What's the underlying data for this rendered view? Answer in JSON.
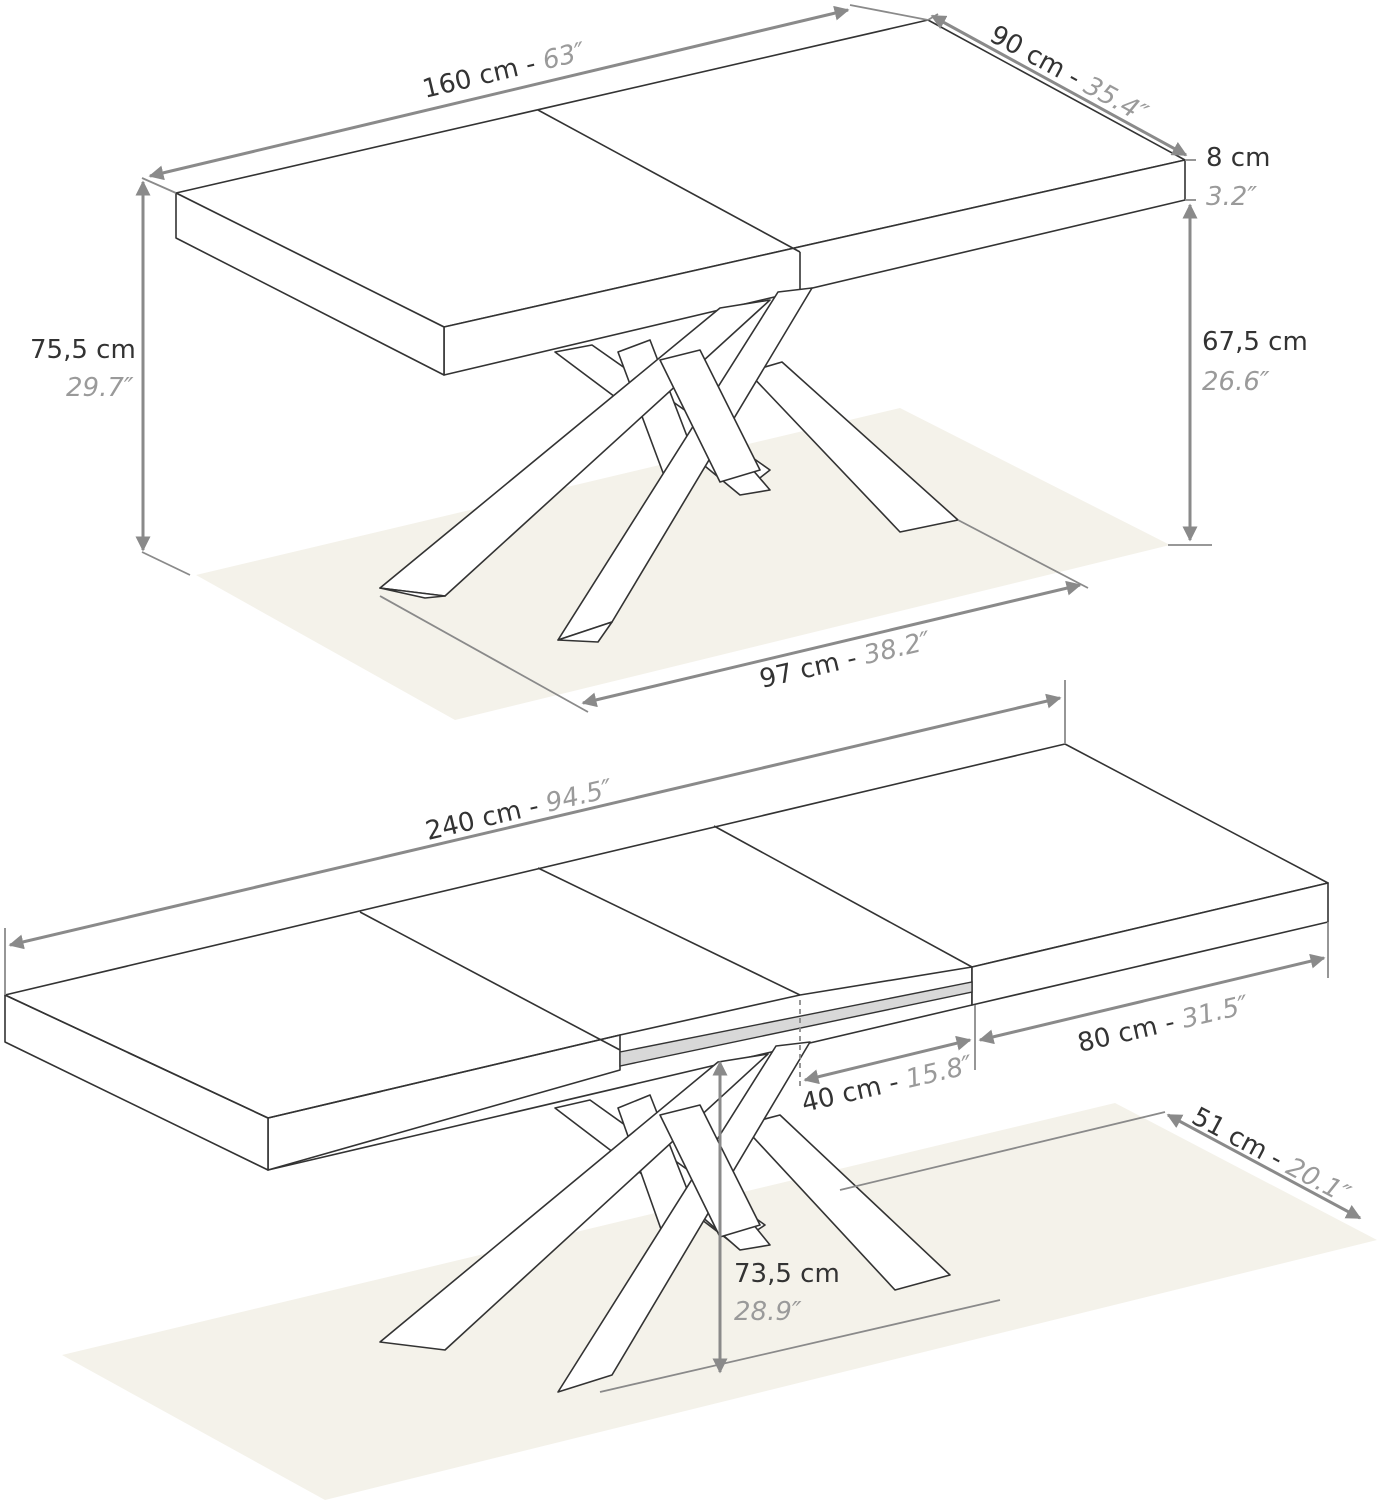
{
  "diagram": {
    "colors": {
      "line": "#333333",
      "dimension": "#8a8a8a",
      "floor": "#f4f2ea",
      "metric_text": "#333333",
      "imperial_text": "#9a9a9a"
    },
    "closed_table": {
      "length": {
        "metric": "160 cm",
        "sep": " - ",
        "imperial": "63″"
      },
      "depth": {
        "metric": "90 cm",
        "sep": " - ",
        "imperial": "35.4″"
      },
      "top_thickness": {
        "metric": "8 cm",
        "imperial": "3.2″"
      },
      "overall_height": {
        "metric": "75,5 cm",
        "imperial": "29.7″"
      },
      "clearance_height": {
        "metric": "67,5 cm",
        "imperial": "26.6″"
      },
      "leg_span": {
        "metric": "97 cm",
        "sep": " - ",
        "imperial": "38.2″"
      }
    },
    "extended_table": {
      "length": {
        "metric": "240 cm",
        "sep": " - ",
        "imperial": "94.5″"
      },
      "extension_end": {
        "metric": "80 cm",
        "sep": " - ",
        "imperial": "31.5″"
      },
      "extension_mid": {
        "metric": "40 cm",
        "sep": " - ",
        "imperial": "15.8″"
      },
      "leg_depth": {
        "metric": "51 cm",
        "sep": " - ",
        "imperial": "20.1″"
      },
      "clearance_height": {
        "metric": "73,5 cm",
        "imperial": "28.9″"
      }
    }
  }
}
